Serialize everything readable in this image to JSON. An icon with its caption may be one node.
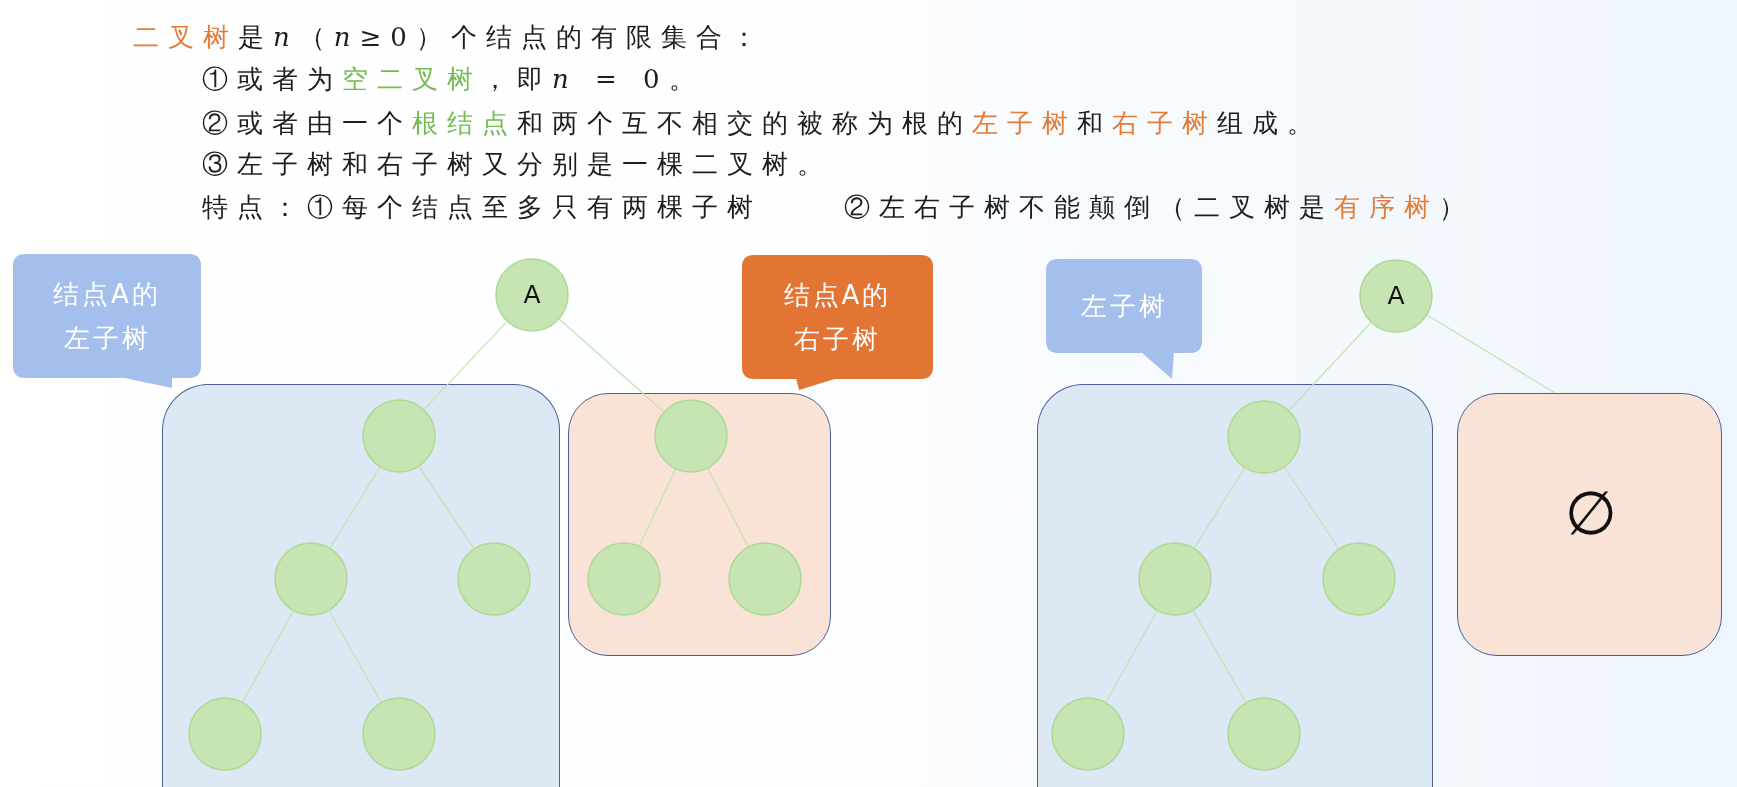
{
  "diagram": {
    "nodes": [
      {
        "text": [
          "结点A的左子树"
        ]
      },
      {
        "text": [
          "A"
        ]
      },
      {
        "text": [
          "结点A的右子树"
        ]
      },
      {
        "text": [],
        "shape": "box"
      },
      {
        "text": [],
        "shape": "circle",
        "in": 3
      },
      {
        "text": [],
        "shape": "circle",
        "in": 3
      },
      {
        "text": [],
        "shape": "circle",
        "in": 3
      },
      {
        "text": [],
        "shape": "circle",
        "in": 3
      },
      {
        "text": [],
        "shape": "circle",
        "in": 3
      },
      {
        "text": [],
        "shape": "box"
      },
      {
        "text": [],
        "shape": "circle",
        "in": 9
      },
      {
        "text": [],
        "shape": "circle",
        "in": 9
      },
      {
        "text": [],
        "shape": "circle",
        "in": 9
      },
      {
        "text": [
          "左子树"
        ]
      },
      {
        "text": [
          "A"
        ]
      },
      {
        "text": [],
        "shape": "box"
      },
      {
        "text": [],
        "shape": "circle",
        "in": 15
      },
      {
        "text": [],
        "shape": "circle",
        "in": 15
      },
      {
        "text": [],
        "shape": "circle",
        "in": 15
      },
      {
        "text": [],
        "shape": "circle",
        "in": 15
      },
      {
        "text": [],
        "shape": "circle",
        "in": 15
      },
      {
        "text": [
          "∅"
        ]
      }
    ],
    "edges": [
      {
        "from": 1,
        "to": 4,
        "arrow": "none"
      },
      {
        "from": 1,
        "to": 10,
        "arrow": "none"
      },
      {
        "from": 4,
        "to": 5,
        "arrow": "none"
      },
      {
        "from": 4,
        "to": 6,
        "arrow": "none"
      },
      {
        "from": 5,
        "to": 7,
        "arrow": "none"
      },
      {
        "from": 5,
        "to": 8,
        "arrow": "none"
      },
      {
        "from": 10,
        "to": 11,
        "arrow": "none"
      },
      {
        "from": 10,
        "to": 12,
        "arrow": "none"
      },
      {
        "from": 14,
        "to": 16,
        "arrow": "none"
      },
      {
        "from": 14,
        "to": 21,
        "arrow": "none"
      },
      {
        "from": 16,
        "to": 17,
        "arrow": "none"
      },
      {
        "from": 16,
        "to": 18,
        "arrow": "none"
      },
      {
        "from": 17,
        "to": 19,
        "arrow": "none"
      },
      {
        "from": 17,
        "to": 20,
        "arrow": "none"
      }
    ],
    "labels": [
      "二叉树是n（n≥0）个结点的有限集合：",
      "①或者为空二叉树，即n = 0。",
      "②或者由一个根结点和两个互不相交的被称为根的左子树和右子树组成。",
      "③左子树和右子树又分别是一棵二叉树。",
      "特点：①每个结点至多只有两棵子树",
      "②左右子树不能颠倒（二叉树是有序树）"
    ]
  }
}
